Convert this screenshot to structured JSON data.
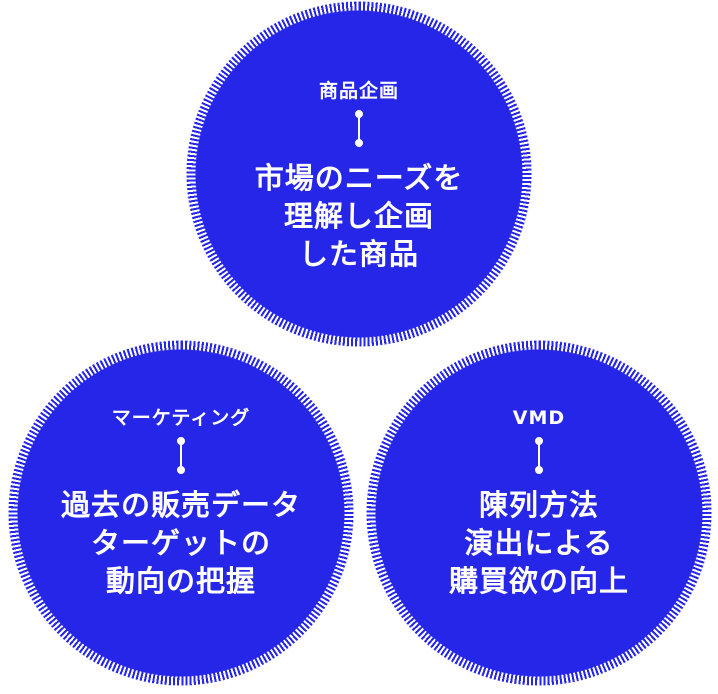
{
  "circles": [
    {
      "category": "商品企画",
      "lines": [
        "市場のニーズを",
        "理解し企画",
        "した商品"
      ]
    },
    {
      "category": "マーケティング",
      "lines": [
        "過去の販売データ",
        "ターゲットの",
        "動向の把握"
      ]
    },
    {
      "category": "VMD",
      "lines": [
        "陳列方法",
        "演出による",
        "購買欲の向上"
      ]
    }
  ],
  "colors": {
    "circle_fill": "#2626e8",
    "text": "#ffffff"
  }
}
